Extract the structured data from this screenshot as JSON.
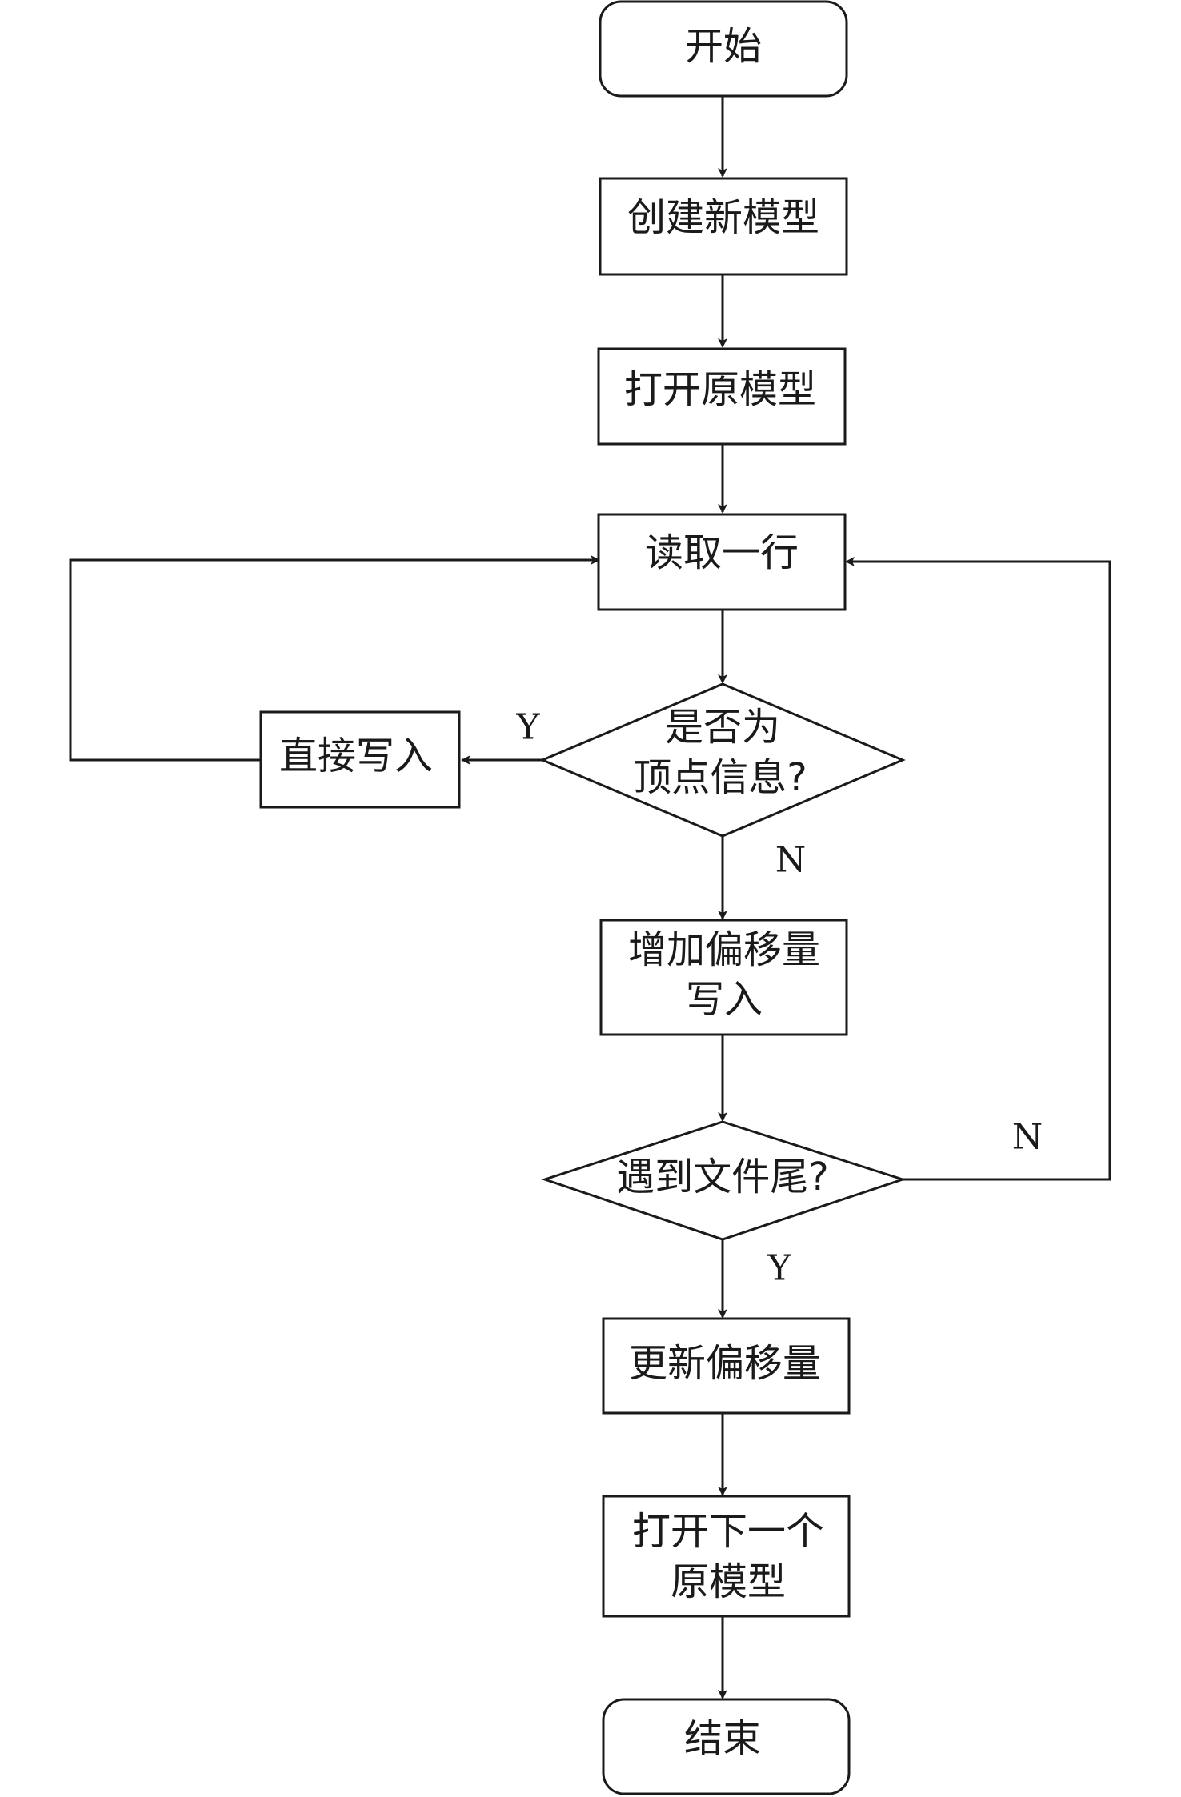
{
  "nodes": {
    "start": {
      "label": "开始"
    },
    "create_model": {
      "label": "创建新模型"
    },
    "open_original": {
      "label": "打开原模型"
    },
    "read_line": {
      "label": "读取一行"
    },
    "is_vertex": {
      "line1": "是否为",
      "line2": "顶点信息?"
    },
    "write_direct": {
      "label": "直接写入"
    },
    "add_offset": {
      "line1": "增加偏移量",
      "line2": "写入"
    },
    "end_of_file": {
      "label": "遇到文件尾?"
    },
    "update_offset": {
      "label": "更新偏移量"
    },
    "open_next": {
      "line1": "打开下一个",
      "line2": "原模型"
    },
    "end": {
      "label": "结束"
    }
  },
  "branch_labels": {
    "vertex_yes": "Y",
    "vertex_no": "N",
    "eof_no": "N",
    "eof_yes": "Y"
  },
  "colors": {
    "stroke": "#1a1a1a",
    "fill": "#ffffff",
    "text": "#1a1a1a"
  }
}
